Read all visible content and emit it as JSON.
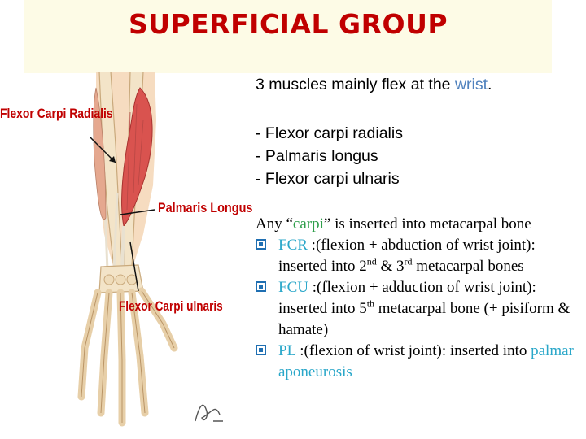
{
  "header": {
    "title": "SUPERFICIAL GROUP"
  },
  "illustration": {
    "labels": {
      "flexor_carpi_radialis": "Flexor Carpi Radialis",
      "palmaris_longus": "Palmaris Longus",
      "flexor_carpi_ulnaris": "Flexor Carpi ulnaris"
    },
    "signature": "F. Netter"
  },
  "intro": {
    "prefix": "3 muscles mainly flex at the ",
    "highlight": "wrist",
    "suffix": "."
  },
  "muscles": [
    "- Flexor carpi radialis",
    "- Palmaris longus",
    "- Flexor carpi ulnaris"
  ],
  "details": {
    "carpi_note": {
      "prefix": "Any “",
      "highlight": "carpi",
      "suffix": "” is inserted into metacarpal bone"
    },
    "fcr": {
      "abbr": "FCR",
      "text_a": " :(flexion + abduction of wrist joint): inserted into 2",
      "sup1": "nd",
      "text_b": " & 3",
      "sup2": "rd",
      "text_c": " metacarpal bones"
    },
    "fcu": {
      "abbr": "FCU",
      "text_a": " :(flexion + adduction of wrist joint): inserted into 5",
      "sup1": "th",
      "text_b": " metacarpal bone (+ pisiform & hamate)"
    },
    "pl": {
      "abbr": "PL",
      "text_a": " :(flexion of wrist joint): inserted into ",
      "highlight": "palmar aponeurosis"
    }
  },
  "colors": {
    "title": "#c00000",
    "wrist": "#4f81bd",
    "carpi": "#2e9e4a",
    "abbr": "#2aa7c9",
    "bullet": "#1f6fb2"
  }
}
